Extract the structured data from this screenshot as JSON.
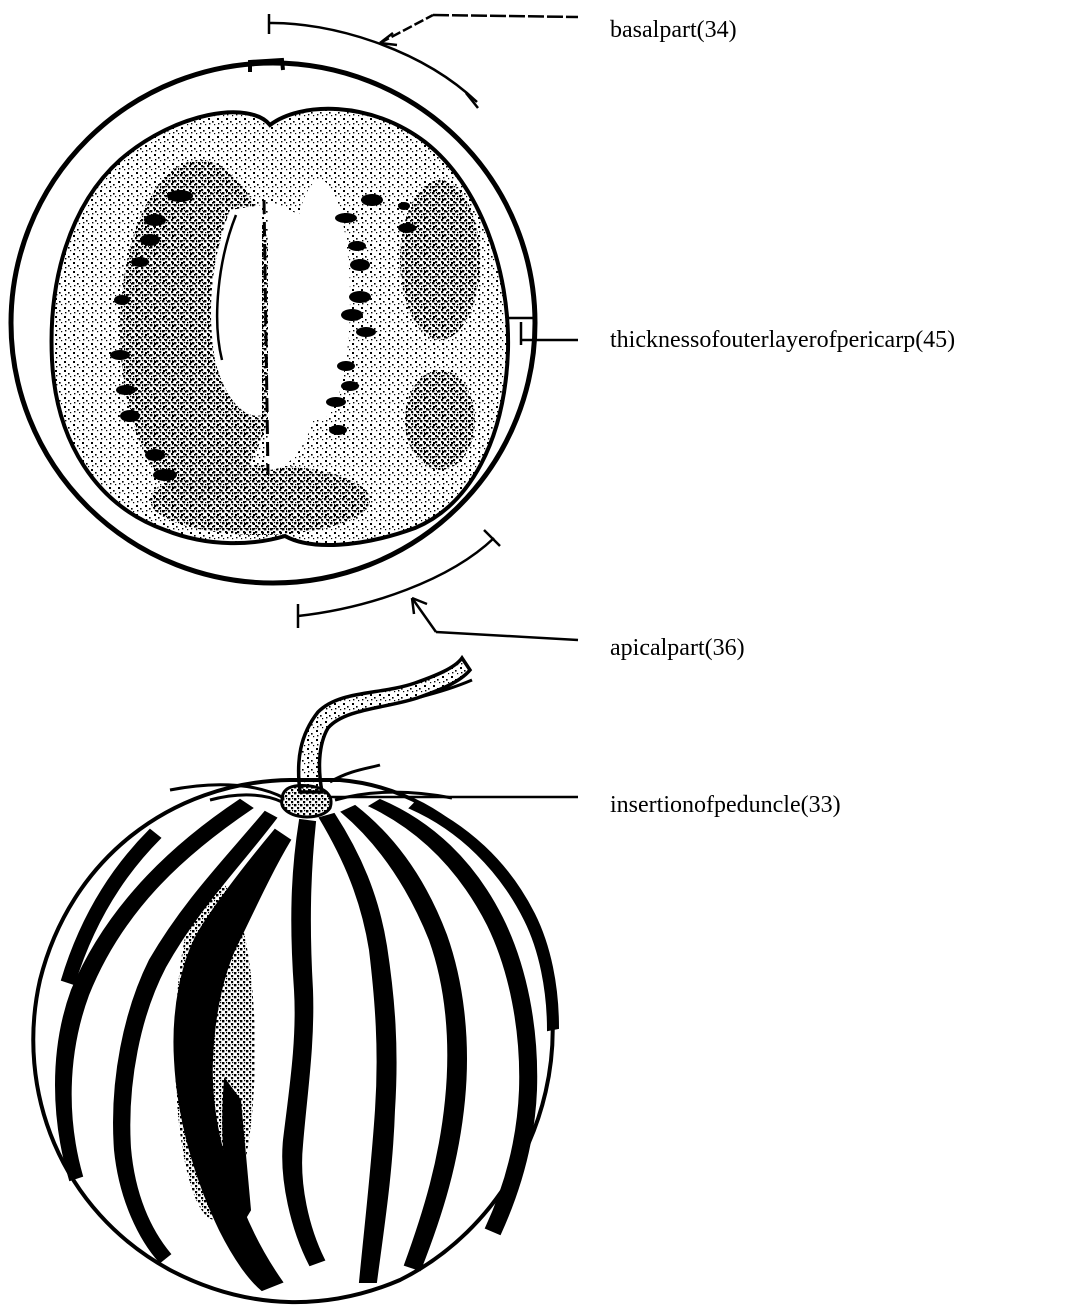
{
  "labels": {
    "basal": "basalpart(34)",
    "thickness": "thicknessofouterlayerofpericarp(45)",
    "apical": "apicalpart(36)",
    "insertion": "insertionofpeduncle(33)"
  },
  "colors": {
    "ink": "#000000",
    "paper": "#ffffff"
  },
  "figures": [
    "longitudinal-section-of-fruit",
    "whole-fruit-with-peduncle"
  ]
}
